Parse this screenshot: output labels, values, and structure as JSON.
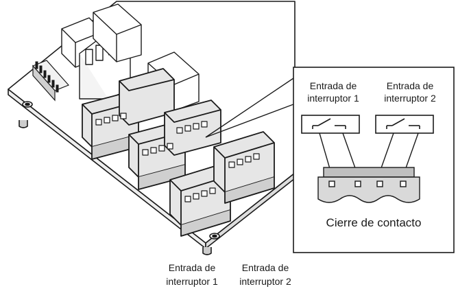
{
  "callout": {
    "label_switch_1_line1": "Entrada de",
    "label_switch_1_line2": "interruptor 1",
    "label_switch_2_line1": "Entrada de",
    "label_switch_2_line2": "interruptor 2",
    "caption": "Cierre de contacto"
  },
  "board": {
    "label_switch_1_line1": "Entrada de",
    "label_switch_1_line2": "interruptor 1",
    "label_switch_2_line1": "Entrada de",
    "label_switch_2_line2": "interruptor 2"
  },
  "colors": {
    "line": "#1a1a1a",
    "connector_gray": "#d9d9d9",
    "connector_dark": "#bfbfbf",
    "pcb": "#ffffff"
  }
}
